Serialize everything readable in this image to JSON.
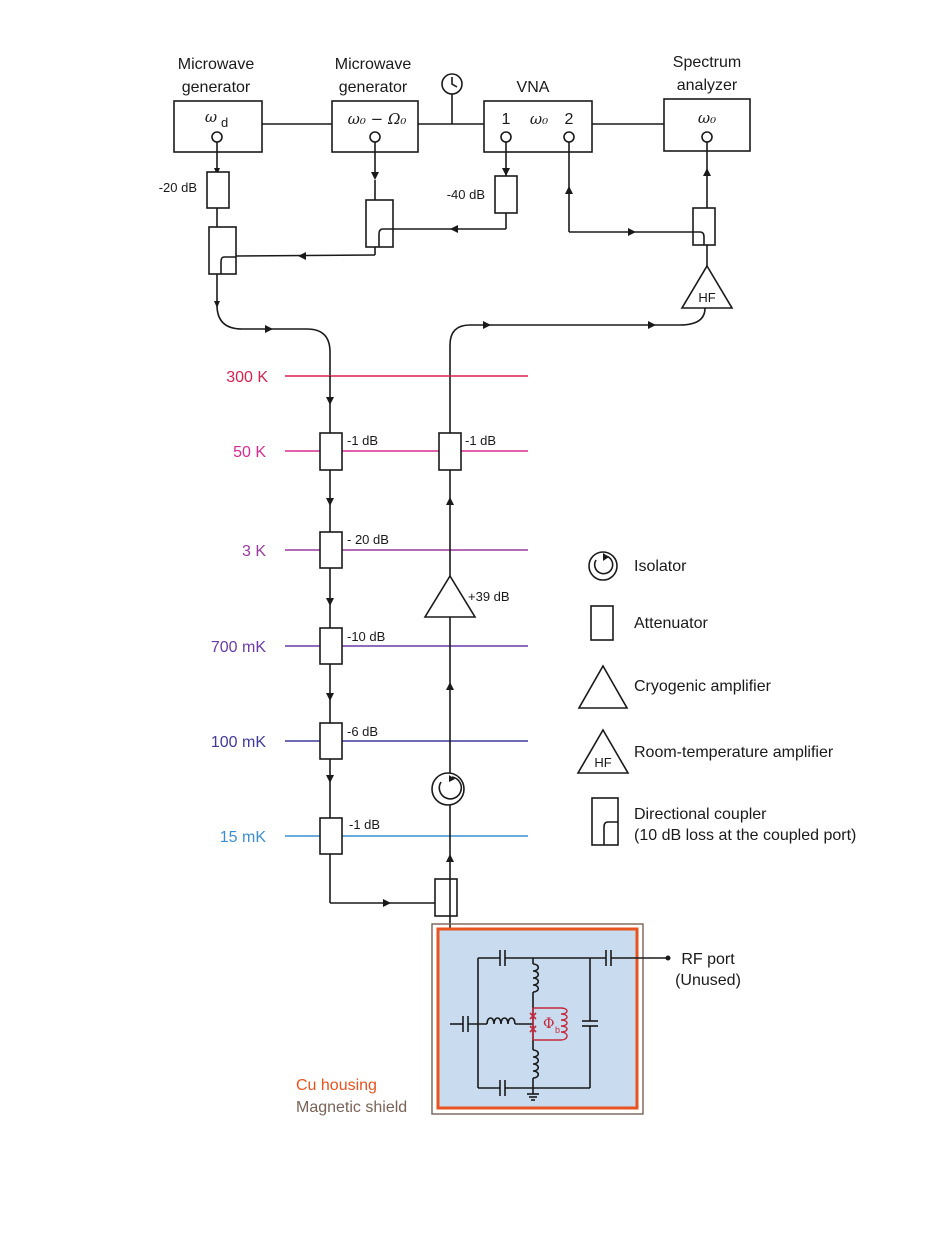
{
  "instruments": {
    "gen1_title_line1": "Microwave",
    "gen1_title_line2": "generator",
    "gen1_freq": "ω",
    "gen1_freq_sub": "d",
    "gen2_title_line1": "Microwave",
    "gen2_title_line2": "generator",
    "gen2_freq": "ω₀ − Ω₀",
    "vna_title": "VNA",
    "vna_port1": "1",
    "vna_freq": "ω₀",
    "vna_port2": "2",
    "sa_title_line1": "Spectrum",
    "sa_title_line2": "analyzer",
    "sa_freq": "ω₀"
  },
  "room_temp": {
    "att_gen1": "-20 dB",
    "att_vna": "-40 dB",
    "hf_amp_label": "HF"
  },
  "stages": [
    {
      "label": "300 K",
      "color": "#d9214e"
    },
    {
      "label": "50 K",
      "color": "#d62c8f"
    },
    {
      "label": "3 K",
      "color": "#9a3a9e"
    },
    {
      "label": "700 mK",
      "color": "#6a3aa8"
    },
    {
      "label": "100 mK",
      "color": "#3f3a9c"
    },
    {
      "label": "15 mK",
      "color": "#3c8fd4"
    }
  ],
  "input_line_attenuators": [
    "-1 dB",
    "- 20 dB",
    "-10 dB",
    "-6 dB",
    "-1 dB"
  ],
  "output_line": {
    "att_50k": "-1 dB",
    "cryo_amp_gain": "+39 dB"
  },
  "legend": {
    "isolator": "Isolator",
    "attenuator": "Attenuator",
    "cryo_amp": "Cryogenic amplifier",
    "rt_amp": "Room-temperature amplifier",
    "rt_amp_icon_label": "HF",
    "coupler_line1": "Directional coupler",
    "coupler_line2": "(10 dB loss at the coupled port)"
  },
  "device": {
    "rf_port_line1": "RF port",
    "rf_port_line2": "(Unused)",
    "flux_symbol": "Φ",
    "flux_sub": "b",
    "cu_housing": "Cu housing",
    "magnetic_shield": "Magnetic shield",
    "cu_color": "#e8531f",
    "shield_color": "#7a6256",
    "sample_bg": "#c9dcef",
    "squid_color": "#c4283c"
  }
}
